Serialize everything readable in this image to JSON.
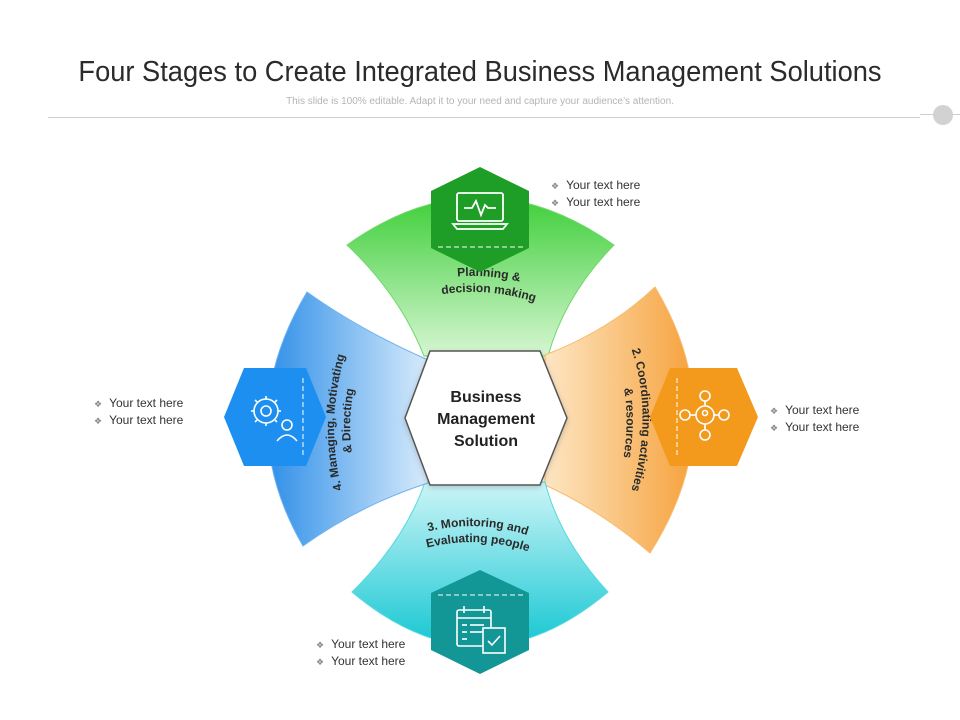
{
  "title": "Four Stages to Create Integrated Business Management Solutions",
  "subtitle": "This slide is 100% editable. Adapt it to your need and capture your audience’s attention.",
  "center": {
    "line1": "Business",
    "line2": "Management",
    "line3": "Solution"
  },
  "stages": [
    {
      "id": "planning",
      "line1": "Planning &",
      "line2": "decision making",
      "icon": "laptop-pulse-icon",
      "color": "#3cc93c",
      "hex_color": "#1f9e27"
    },
    {
      "id": "coordinating",
      "line1": "2. Coordinating activities",
      "line2": "& resources",
      "icon": "network-people-icon",
      "color": "#f5a646",
      "hex_color": "#f39a1c"
    },
    {
      "id": "monitoring",
      "line1": "3. Monitoring and",
      "line2": "Evaluating people",
      "icon": "calendar-report-icon",
      "color": "#23d0dd",
      "hex_color": "#129696"
    },
    {
      "id": "managing",
      "line1": "4. Managing, Motivating",
      "line2": "& Directing",
      "icon": "gear-person-icon",
      "color": "#3b98ea",
      "hex_color": "#1d8ff0"
    }
  ],
  "notes": {
    "top_right": [
      "Your text here",
      "Your text here"
    ],
    "right": [
      "Your text here",
      "Your text here"
    ],
    "bottom": [
      "Your text here",
      "Your text here"
    ],
    "left": [
      "Your text here",
      "Your text here"
    ]
  }
}
